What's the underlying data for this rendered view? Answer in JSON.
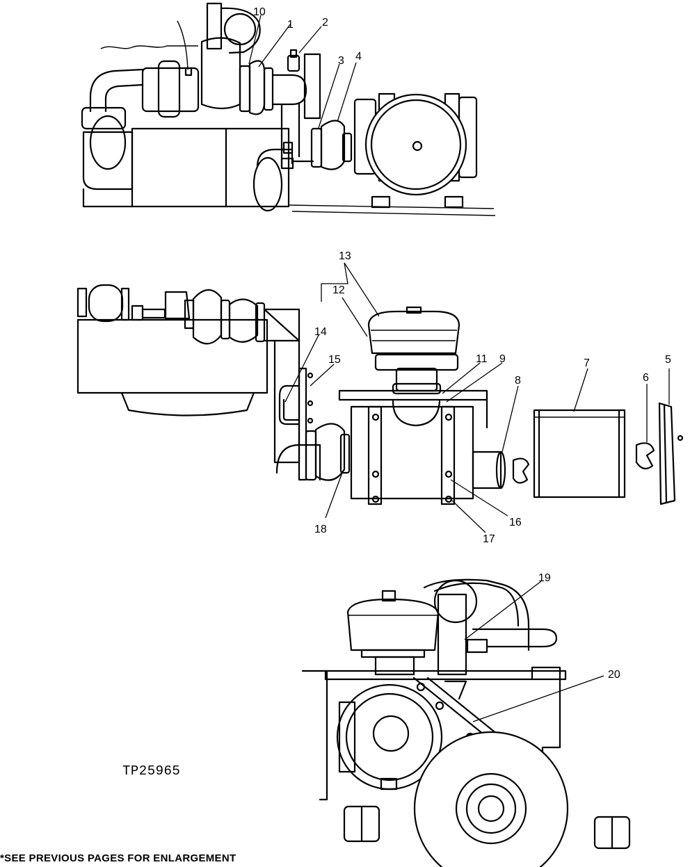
{
  "drawing": {
    "reference_code": "TP25965",
    "footnote": "*SEE PREVIOUS PAGES FOR ENLARGEMENT"
  },
  "callouts": [
    "1",
    "2",
    "3",
    "4",
    "5",
    "6",
    "7",
    "8",
    "9",
    "10",
    "11",
    "12",
    "13",
    "14",
    "15",
    "16",
    "17",
    "18",
    "19",
    "20"
  ]
}
